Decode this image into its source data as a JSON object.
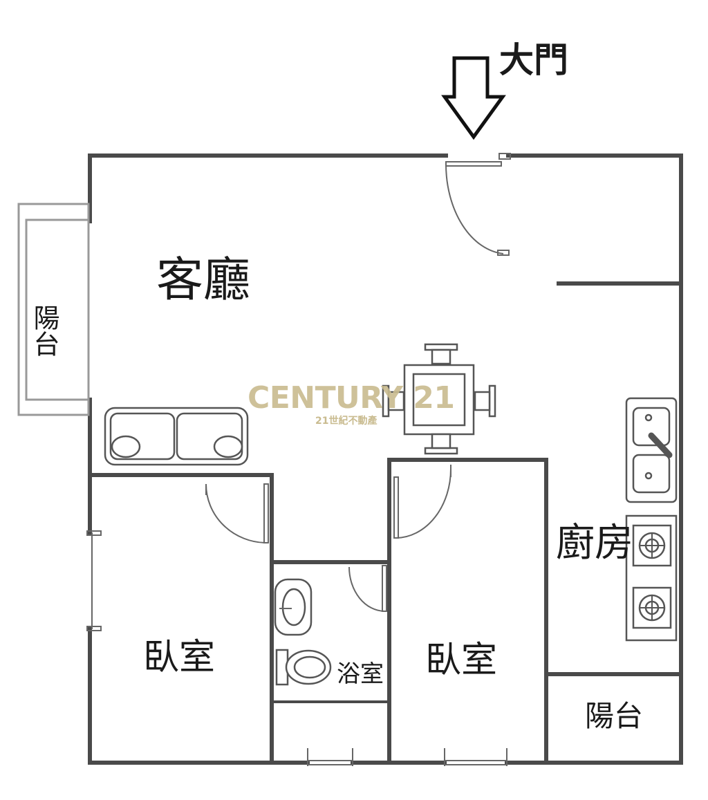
{
  "entrance": {
    "label": "大門",
    "icon": "down-arrow-icon"
  },
  "rooms": {
    "living_room": "客廳",
    "balcony_left": "陽台",
    "kitchen": "廚房",
    "bedroom_1": "臥室",
    "bathroom": "浴室",
    "bedroom_2": "臥室",
    "balcony_right": "陽台"
  },
  "watermark": {
    "brand": "CENTURY 21",
    "subtitle": "21世紀不動產",
    "color": "#c9bb8f"
  },
  "colors": {
    "wall": "#4a4a4a"
  }
}
